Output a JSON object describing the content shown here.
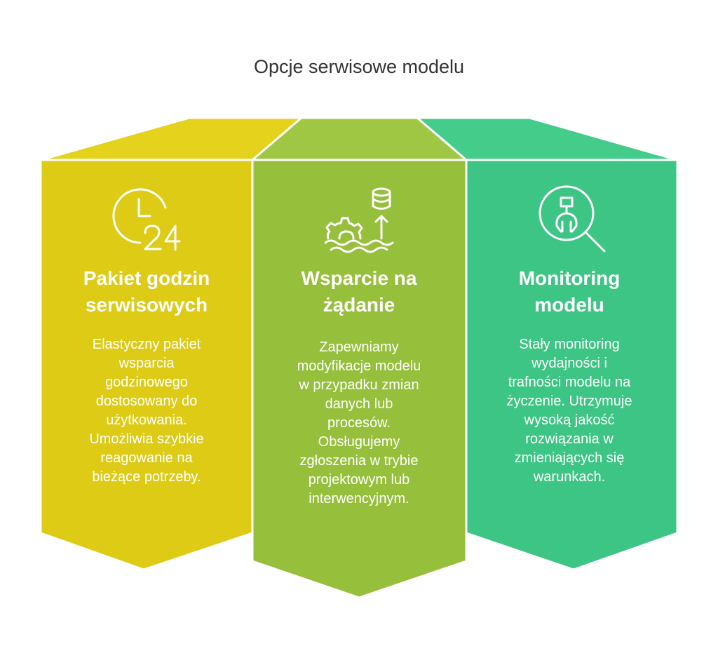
{
  "title": "Opcje serwisowe modelu",
  "colors": {
    "yellow": "#DDCB16",
    "yellow_top": "#E5D21C",
    "green": "#96BF3C",
    "green_top": "#A0C744",
    "teal": "#3DC585",
    "teal_top": "#44CC8B",
    "icon_stroke": "#ffffff"
  },
  "cards": [
    {
      "icon": "clock-24-icon",
      "title_line1": "Pakiet godzin",
      "title_line2": "serwisowych",
      "desc_lines": [
        "Elastyczny pakiet",
        "wsparcia",
        "godzinowego",
        "dostosowany do",
        "użytkowania.",
        "Umożliwia szybkie",
        "reagowanie na",
        "bieżące potrzeby."
      ]
    },
    {
      "icon": "gear-database-upload-icon",
      "title_line1": "Wsparcie na",
      "title_line2": "żądanie",
      "desc_lines": [
        "Zapewniamy",
        "modyfikacje modelu",
        "w przypadku zmian",
        "danych lub",
        "procesów.",
        "Obsługujemy",
        "zgłoszenia w trybie",
        "projektowym lub",
        "interwencyjnym."
      ]
    },
    {
      "icon": "magnifier-robot-icon",
      "title_line1": "Monitoring",
      "title_line2": "modelu",
      "desc_lines": [
        "Stały monitoring",
        "wydajności i",
        "trafności modelu na",
        "życzenie. Utrzymuje",
        "wysoką jakość",
        "rozwiązania w",
        "zmieniających się",
        "warunkach."
      ]
    }
  ]
}
